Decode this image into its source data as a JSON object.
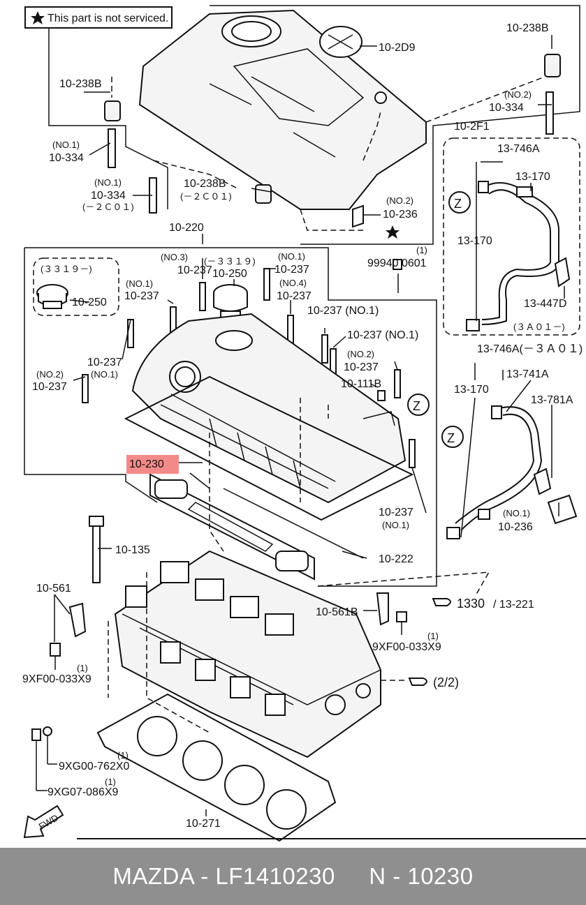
{
  "note": "This part is not serviced.",
  "labels": {
    "p10_238B_top": "10-238B",
    "p10_2D9": "10-2D9",
    "p10_238B_left": "10-238B",
    "no1_a": "(NO.1)",
    "p10_334_a": "10-334",
    "no1_b": "(NO.1)",
    "p10_334_b": "10-334",
    "code_2c01": "(－２Ｃ０１)",
    "p10_238B_mid": "10-238B",
    "code_2c01_b": "(－２Ｃ０１)",
    "no2_a": "(NO.2)",
    "p10_236_a": "10-236",
    "no2_b": "(NO.2)",
    "p10_334_c": "10-334",
    "p10_2F1": "10-2F1",
    "p13_746A": "13-746A",
    "p13_170_a": "13-170",
    "p13_170_b": "13-170",
    "p13_447D": "13-447D",
    "code_3a01": "(３Ａ０１－)",
    "p10_220": "10-220",
    "code_3319_left": "(３３１９－)",
    "p10_250_left": "10-250",
    "no3": "(NO.3)",
    "p10_237_no3": "10-237",
    "code_3319": "(－３３１９)",
    "p10_250": "10-250",
    "no1_c": "(NO.1)",
    "p10_237_c": "10-237",
    "no4": "(NO.4)",
    "p10_237_d": "10-237",
    "no1_d": "(NO.1)",
    "p10_237_e": "10-237",
    "qty_1a": "(1)",
    "p99940": "99940 0601",
    "p10_237_no1_f": "10-237 (NO.1)",
    "p10_237_no1_g": "10-237 (NO.1)",
    "p10_237_h": "10-237",
    "no1_h": "(NO.1)",
    "no2_c": "(NO.2)",
    "p10_237_i": "10-237",
    "no2_d": "(NO.2)",
    "p10_237_j": "10-237",
    "p10_111B": "10-111B",
    "z1": "Z",
    "z2": "Z",
    "z3": "Z",
    "p13_746A_b": "13-746A(－３Ａ０１)",
    "p13_741A": "13-741A",
    "p13_170_c": "13-170",
    "p13_781A": "13-781A",
    "p10_230": "10-230",
    "p10_237_k": "10-237",
    "no1_k": "(NO.1)",
    "no1_l": "(NO.1)",
    "p10_236_b": "10-236",
    "p10_135": "10-135",
    "p10_222": "10-222",
    "p10_561": "10-561",
    "ref_1330": "1330",
    "ref_13221": "/ 13-221",
    "p10_561B": "10-561B",
    "qty_1b": "(1)",
    "p9XF00_a": "9XF00-033X9",
    "qty_1c": "(1)",
    "p9XF00_b": "9XF00-033X9",
    "ref_22": "(2/2)",
    "qty_1d": "(1)",
    "p9XG00": "9XG00-762X0",
    "qty_1e": "(1)",
    "p9XG07": "9XG07-086X9",
    "p10_271": "10-271",
    "fwd": "FWD"
  },
  "footer": "MAZDA - LF1410230     N - 10230",
  "colors": {
    "highlight": "#f28a8a",
    "footer_bg": "#8f8f8f",
    "footer_text": "#ffffff",
    "line": "#111111"
  },
  "icons": {
    "star": "star-icon",
    "hand": "pointing-hand-icon",
    "fwd": "fwd-arrow-icon"
  }
}
